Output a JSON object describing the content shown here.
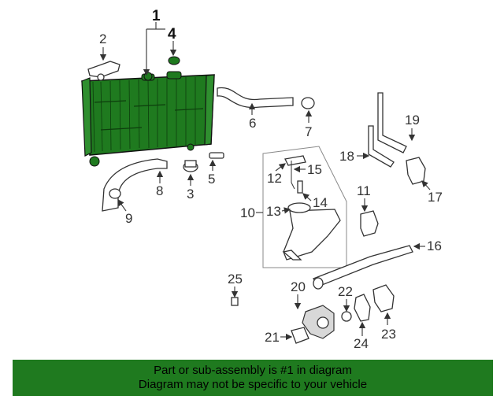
{
  "diagram": {
    "part_numbers": [
      "1",
      "2",
      "3",
      "4",
      "5",
      "6",
      "7",
      "8",
      "9",
      "10",
      "11",
      "12",
      "13",
      "14",
      "15",
      "16",
      "17",
      "18",
      "19",
      "20",
      "21",
      "22",
      "23",
      "24",
      "25"
    ],
    "highlight_color": "#1f7a1f"
  },
  "footer": {
    "line1": "Part or sub-assembly is #1 in diagram",
    "line2": "Diagram may not be specific to your vehicle"
  }
}
